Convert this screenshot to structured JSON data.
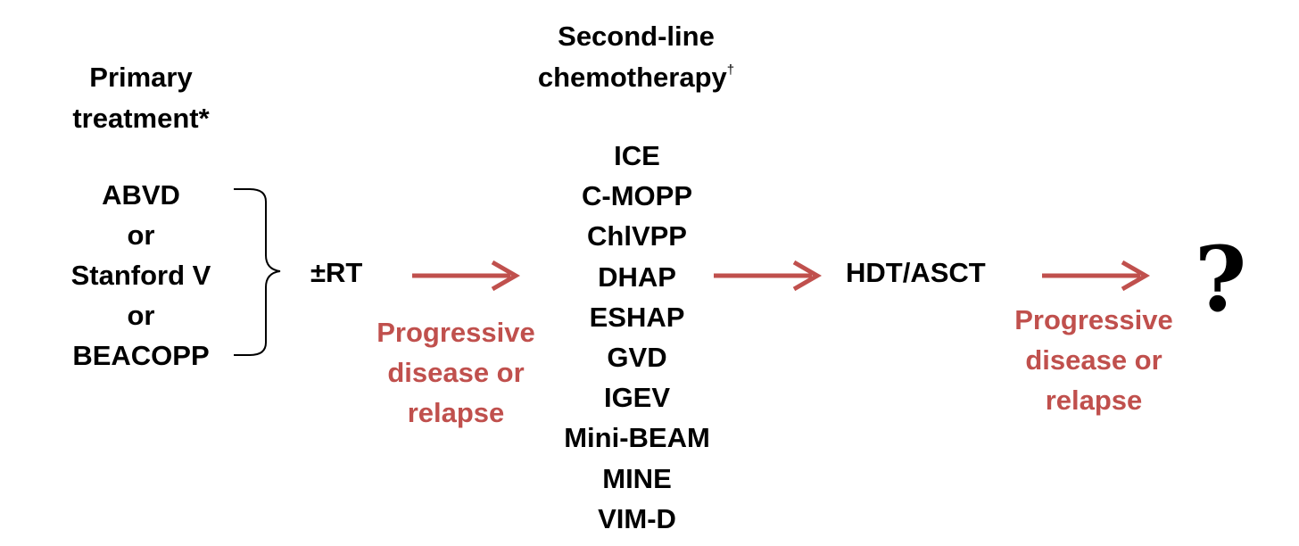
{
  "primary": {
    "heading": [
      "Primary",
      "treatment*"
    ],
    "options": [
      "ABVD",
      "or",
      "Stanford V",
      "or",
      "BEACOPP"
    ]
  },
  "rt_label": "±RT",
  "second_line": {
    "heading_line1": "Second-line",
    "heading_line2": "chemotherapy",
    "heading_mark": "†",
    "regimens": [
      "ICE",
      "C-MOPP",
      "ChlVPP",
      "DHAP",
      "ESHAP",
      "GVD",
      "IGEV",
      "Mini-BEAM",
      "MINE",
      "VIM-D"
    ]
  },
  "hdt_label": "HDT/ASCT",
  "progression_label": [
    "Progressive",
    "disease or",
    "relapse"
  ],
  "progression_label_2": [
    "Progressive",
    "disease or",
    "relapse"
  ],
  "unknown_outcome": "?",
  "colors": {
    "arrow": "#c0504d",
    "progression_text": "#c0504d",
    "text": "#000000"
  }
}
